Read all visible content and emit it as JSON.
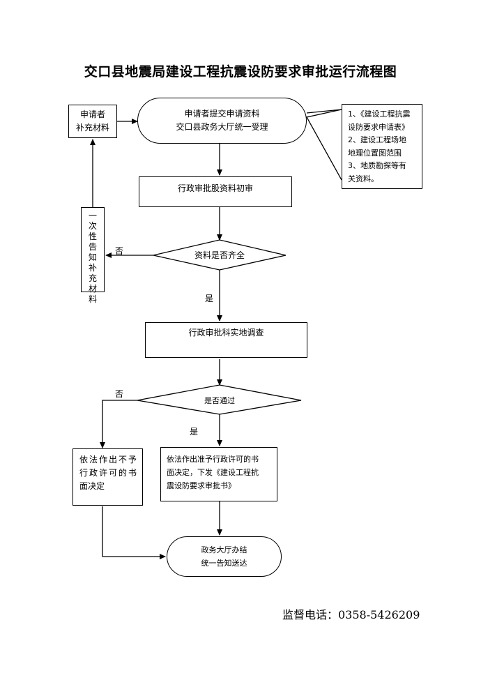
{
  "title": "交口县地震局建设工程抗震设防要求审批运行流程图",
  "nodes": {
    "supplement": {
      "line1": "申请者",
      "line2": "补充材料"
    },
    "start": {
      "line1": "申请者提交申请资料",
      "line2": "交口县政务大厅统一受理"
    },
    "materials": {
      "line1": "1、《建设工程抗震",
      "line2": "设防要求申请表》",
      "line3": "2、建设工程场地",
      "line4": "地理位置图范围",
      "line5": "3、地质勘探等有",
      "line6": "关资料。"
    },
    "initial_review": "行政审批股资料初审",
    "notify_once": "一次性告知补充材料",
    "complete_check": "资料是否齐全",
    "site_survey": "行政审批科实地调查",
    "pass_check": "是否通过",
    "deny": {
      "line1": "依法作出不予",
      "line2": "行政许可的书",
      "line3": "面决定"
    },
    "approve": {
      "line1": "依法作出准予行政许可的书",
      "line2": "面决定，下发《建设工程抗",
      "line3": "震设防要求审批书》"
    },
    "end": {
      "line1": "政务大厅办结",
      "line2": "统一告知送达"
    }
  },
  "edge_labels": {
    "no_1": "否",
    "yes_1": "是",
    "no_2": "否",
    "yes_2": "是"
  },
  "footer": {
    "phone": "监督电话：0358-5426209"
  }
}
